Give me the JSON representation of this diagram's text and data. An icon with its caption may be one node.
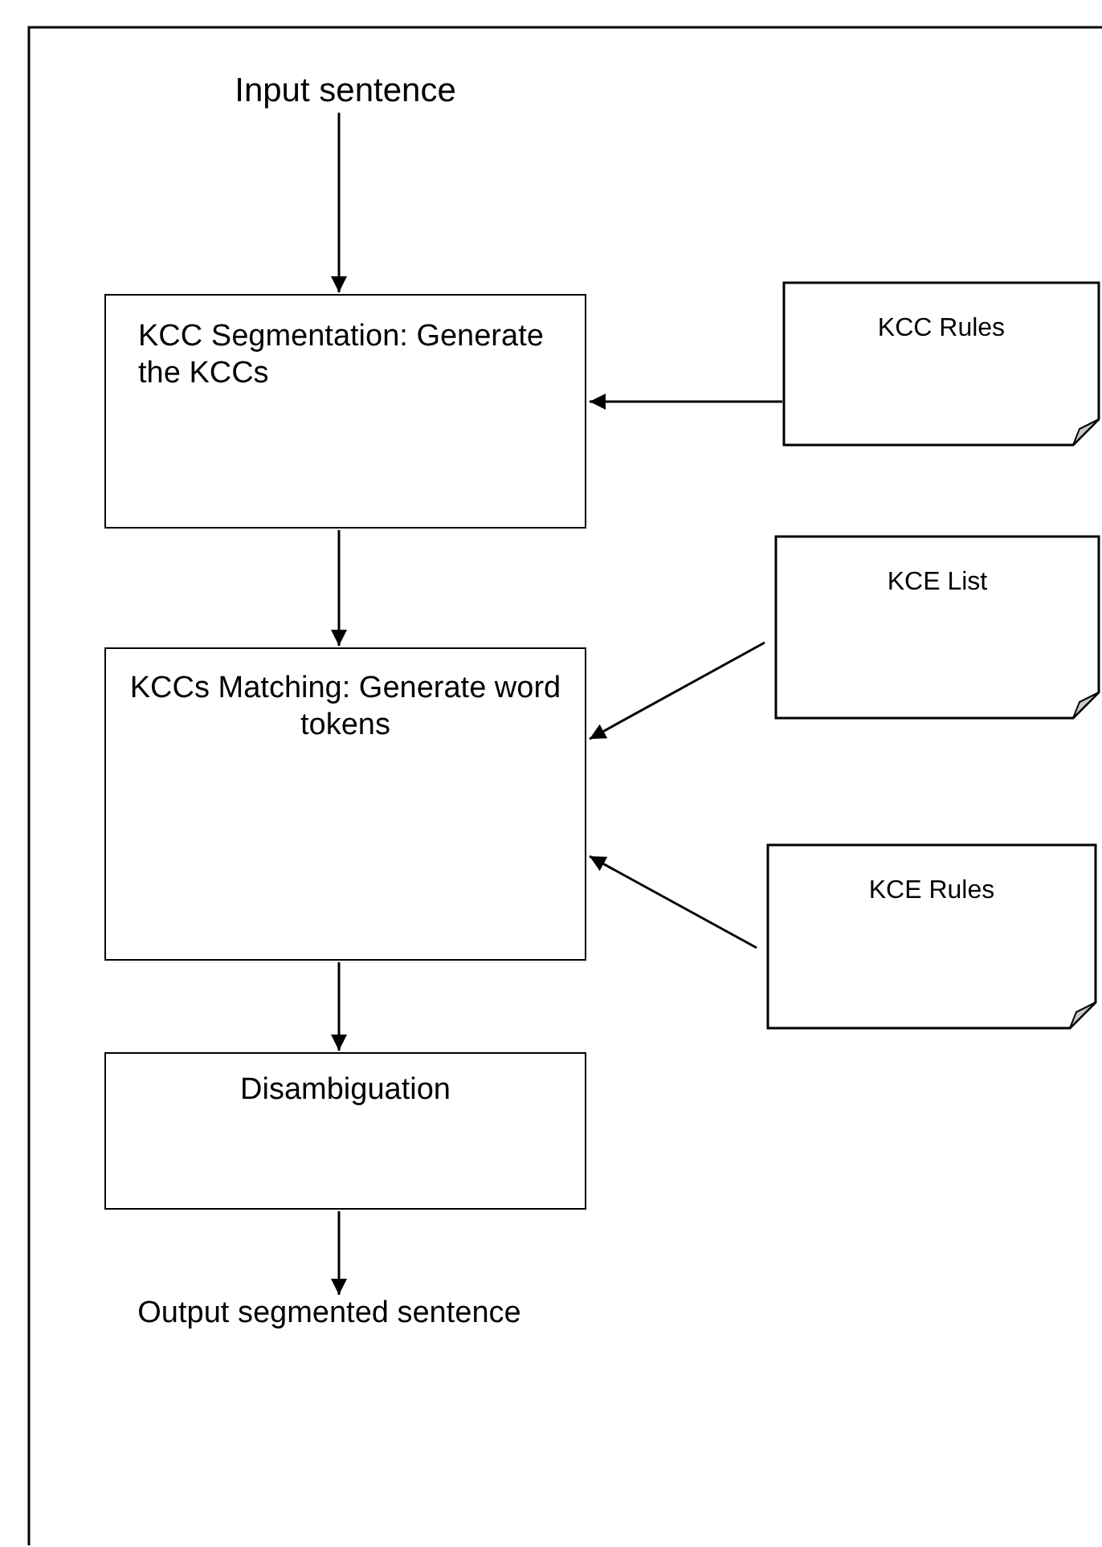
{
  "diagram": {
    "nodes": [
      {
        "text": [
          "Input sentence"
        ]
      },
      {
        "text": [
          "KCC Segmentation: Generate the KCCs"
        ]
      },
      {
        "text": [
          "KCC Rules"
        ]
      },
      {
        "text": [
          "KCCs Matching: Generate word tokens"
        ]
      },
      {
        "text": [
          "KCE List"
        ]
      },
      {
        "text": [
          "KCE Rules"
        ]
      },
      {
        "text": [
          "Disambiguation"
        ]
      },
      {
        "text": [
          "Output segmented sentence"
        ]
      }
    ],
    "edges": [
      {
        "from": 0,
        "to": 1,
        "arrow": "to"
      },
      {
        "from": 2,
        "to": 1,
        "arrow": "to"
      },
      {
        "from": 1,
        "to": 3,
        "arrow": "to"
      },
      {
        "from": 4,
        "to": 3,
        "arrow": "to"
      },
      {
        "from": 5,
        "to": 3,
        "arrow": "to"
      },
      {
        "from": 3,
        "to": 6,
        "arrow": "to"
      },
      {
        "from": 6,
        "to": 7,
        "arrow": "to"
      }
    ]
  }
}
